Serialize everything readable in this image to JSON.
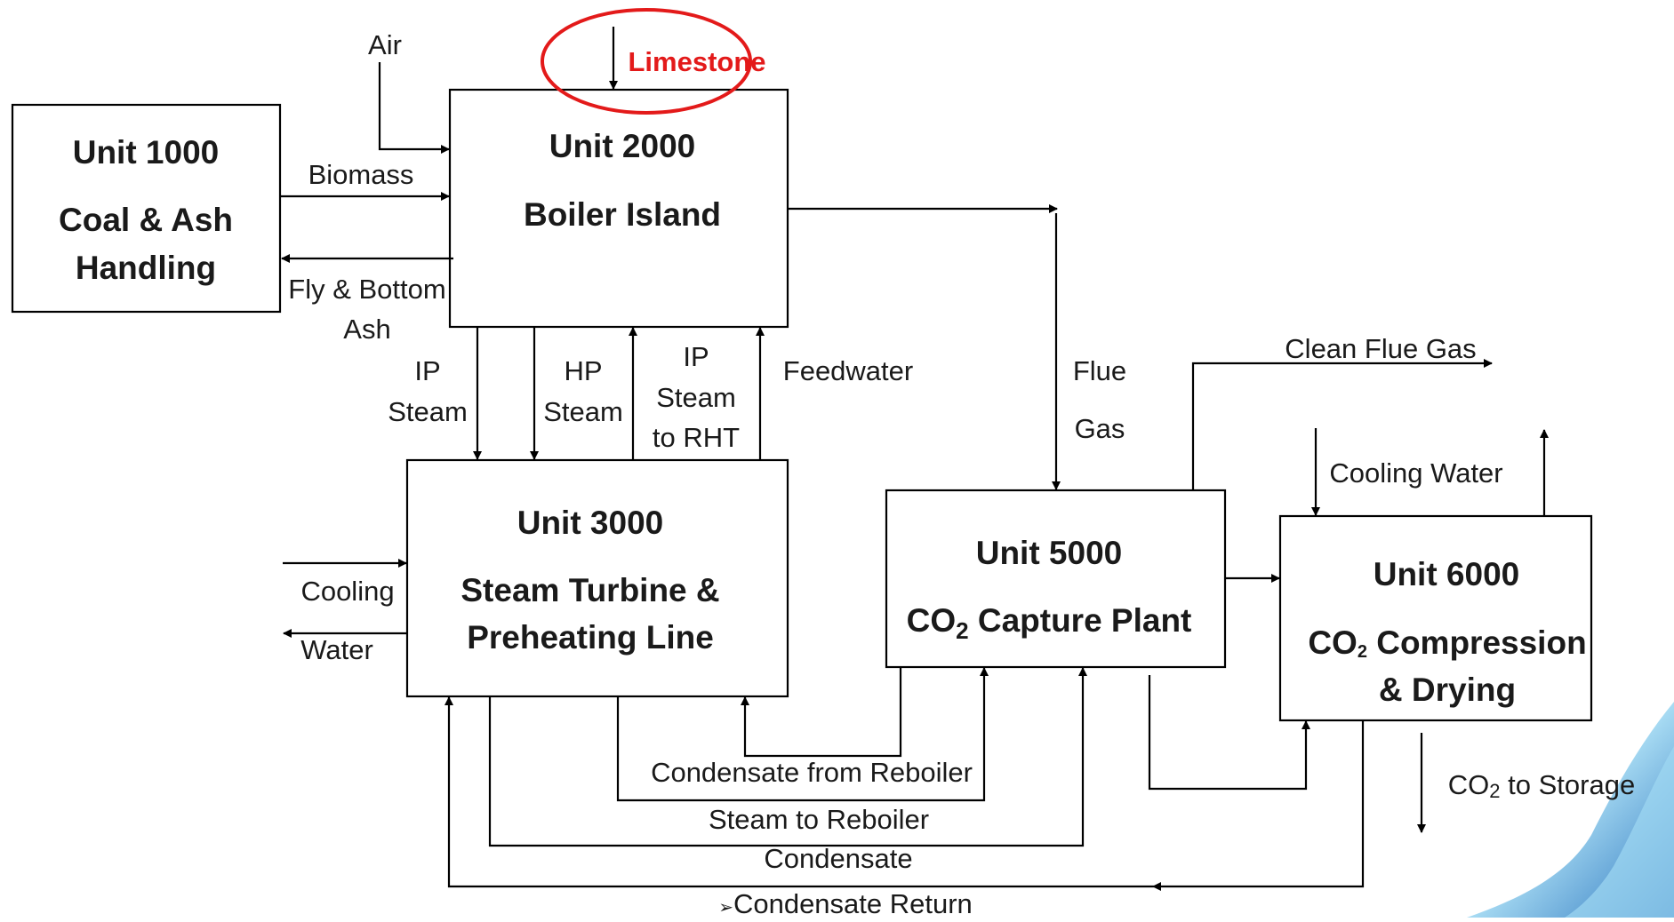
{
  "units": {
    "u1000": {
      "title": "Unit 1000",
      "name_line1": "Coal & Ash",
      "name_line2": "Handling"
    },
    "u2000": {
      "title": "Unit 2000",
      "name_line1": "Boiler Island"
    },
    "u3000": {
      "title": "Unit 3000",
      "name_line1": "Steam Turbine &",
      "name_line2": "Preheating Line"
    },
    "u5000": {
      "title": "Unit 5000",
      "name_prefix": "CO",
      "name_sub": "2",
      "name_suffix": " Capture Plant"
    },
    "u6000": {
      "title": "Unit 6000",
      "name_prefix": "CO",
      "name_sub": "2",
      "name_suffix": " Compression",
      "name_line2": "& Drying"
    }
  },
  "flows": {
    "air": "Air",
    "limestone": "Limestone",
    "biomass": "Biomass",
    "ash_line1": "Fly & Bottom",
    "ash_line2": "Ash",
    "ip_steam_line1": "IP",
    "ip_steam_line2": "Steam",
    "hp_steam_line1": "HP",
    "hp_steam_line2": "Steam",
    "rht_line1": "IP",
    "rht_line2": "Steam",
    "rht_line3": "to RHT",
    "feedwater": "Feedwater",
    "flue_line1": "Flue",
    "flue_line2": "Gas",
    "clean_flue_gas": "Clean Flue Gas",
    "cooling_water_6000": "Cooling Water",
    "cooling_line1": "Cooling",
    "cooling_line2": "Water",
    "co2_storage_prefix": "CO",
    "co2_storage_sub": "2",
    "co2_storage_suffix": " to Storage",
    "condensate_from_reboiler": "Condensate from Reboiler",
    "steam_to_reboiler": "Steam to Reboiler",
    "condensate": "Condensate",
    "condensate_return_bullet": "➢",
    "condensate_return": "Condensate Return"
  },
  "colors": {
    "line": "#000000",
    "highlight": "#e31a1a",
    "deco_blue": "#1a73c9",
    "deco_light": "#9fd8f2"
  }
}
